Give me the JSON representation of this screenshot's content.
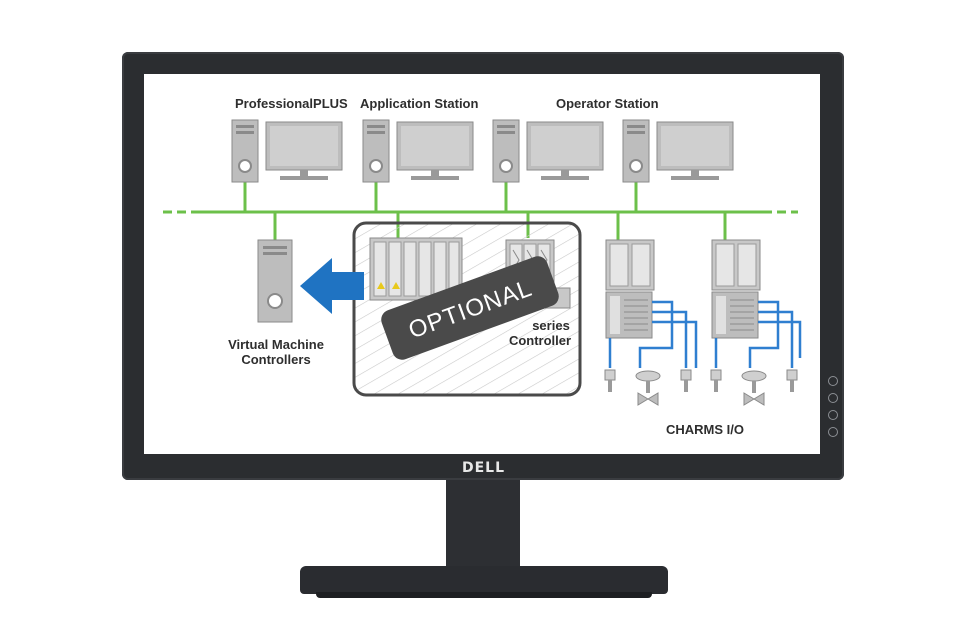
{
  "monitor": {
    "brand": "DELL"
  },
  "diagram": {
    "stations": {
      "professionalplus": "ProfessionalPLUS",
      "application": "Application Station",
      "operator": "Operator Station"
    },
    "virtual_controllers": [
      "Virtual Machine",
      "Controllers"
    ],
    "series_controller": [
      "series",
      "Controller"
    ],
    "optional_badge": "OPTIONAL",
    "charms": "CHARMS I/O"
  },
  "colors": {
    "network": "#6cc04a",
    "arrow": "#1f73c2",
    "io_wiring": "#2f7fd0",
    "badge": "#4a4a4a",
    "equipment": "#b5b5b5"
  }
}
